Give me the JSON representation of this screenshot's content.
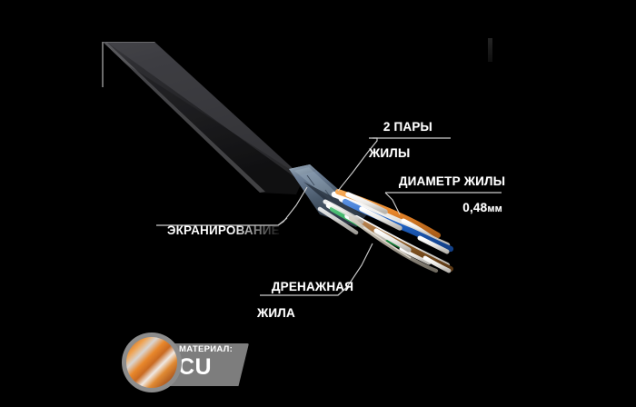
{
  "scene": {
    "title": "FTP 2-pair shielded network cable cutaway illustration",
    "background_color": "#000000",
    "product_type": "FTP Cat5e 2-pair shielded twisted-pair cable"
  },
  "callouts": [
    {
      "id": "pairs",
      "line1": "2 ПАРЫ",
      "line2": "ЖИЛЫ",
      "points_to": "twisted-pairs",
      "text_color": "#ffffff"
    },
    {
      "id": "conductor-diameter",
      "line1": "ДИАМЕТР ЖИЛЫ",
      "value": "0,48",
      "unit": "мм",
      "points_to": "single-conductor",
      "text_color": "#ffffff"
    },
    {
      "id": "shielding",
      "line1": "ЭКРАНИРОВАНИЕ",
      "points_to": "foil-shield",
      "text_color": "#ffffff"
    },
    {
      "id": "drain-wire",
      "line1": "ДРЕНАЖНАЯ",
      "line2": "ЖИЛА",
      "points_to": "drain-wire",
      "text_color": "#ffffff"
    }
  ],
  "badge": {
    "label": "МАТЕРИАЛ:",
    "value": "CU",
    "plate_color": "#7d7d7d",
    "ring_color": "#8c8c8c",
    "copper_color": "#e8872b",
    "text_color": "#ffffff"
  },
  "cable": {
    "jacket_color": "#232326",
    "jacket_highlight": "#55555a",
    "foil_shield_color": "#6d7f92",
    "foil_shield_dark": "#3b4654",
    "drain_wire_color": "#b8b2a6",
    "pairs": [
      {
        "name": "orange-pair",
        "solid": "#e8862a",
        "stripe": "#f4f0ea"
      },
      {
        "name": "blue-pair",
        "solid": "#1f62c4",
        "stripe": "#f4f0ea"
      },
      {
        "name": "green-pair",
        "solid": "#1f9a48",
        "stripe": "#f4f0ea"
      },
      {
        "name": "brown-pair",
        "solid": "#8b5a24",
        "stripe": "#f4f0ea"
      }
    ],
    "leader_line_color": "#d8d8d8"
  }
}
